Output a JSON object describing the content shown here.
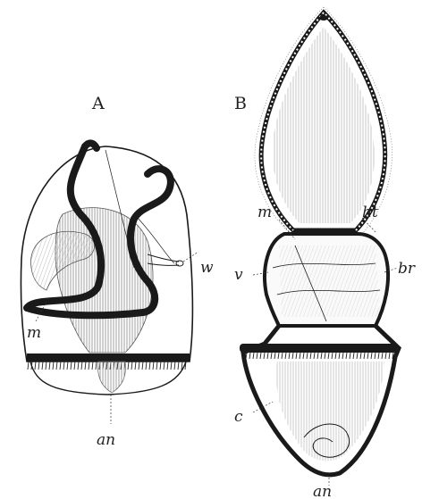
{
  "figure": {
    "panels": [
      {
        "id": "A",
        "label": "A",
        "annotations": {
          "w": "w",
          "m": "m",
          "an": "an"
        }
      },
      {
        "id": "B",
        "label": "B",
        "annotations": {
          "m": "m",
          "ht": "ht",
          "v": "v",
          "br": "br",
          "c": "c",
          "an": "an"
        }
      }
    ]
  }
}
